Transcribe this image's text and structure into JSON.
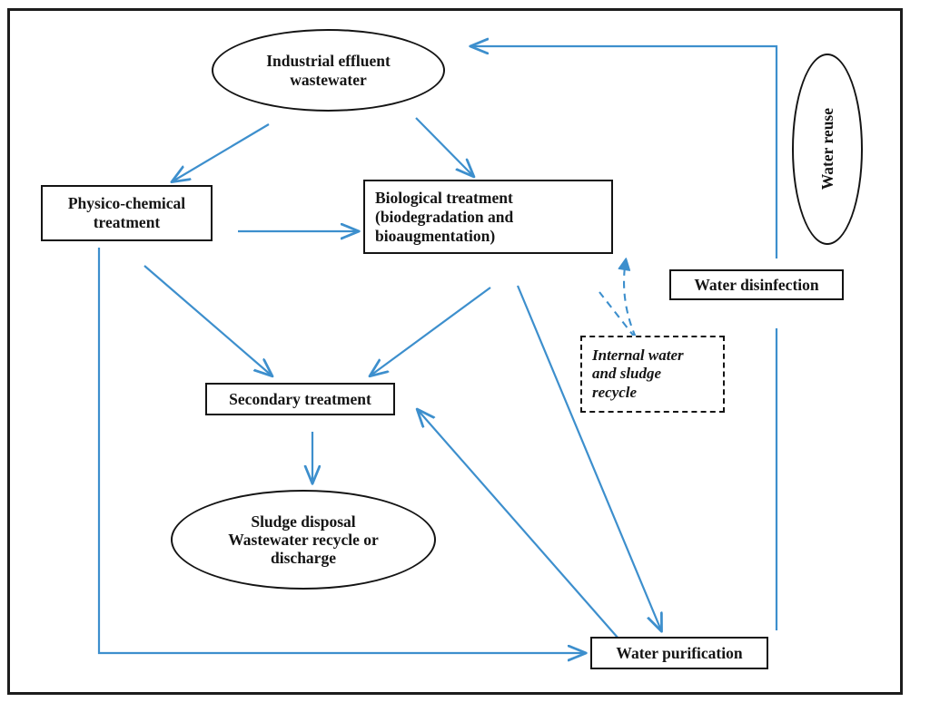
{
  "diagram": {
    "title": "Industrial effluent wastewater treatment process flow",
    "colors": {
      "arrow_blue": "#3d8fcd",
      "outline_black": "#141414",
      "frame_black": "#1d1d1d",
      "background": "#ffffff"
    },
    "nodes": [
      {
        "id": "industrial-effluent",
        "shape": "ellipse",
        "lines": [
          "Industrial effluent",
          "wastewater"
        ]
      },
      {
        "id": "physico-chemical",
        "shape": "rectangle",
        "lines": [
          "Physico-chemical",
          "treatment"
        ]
      },
      {
        "id": "biological",
        "shape": "rectangle",
        "lines": [
          "Biological treatment",
          "(biodegradation and",
          "bioaugmentation)"
        ]
      },
      {
        "id": "water-disinfection",
        "shape": "rectangle",
        "lines": [
          "Water disinfection"
        ]
      },
      {
        "id": "internal-recycle",
        "shape": "dashed-rectangle",
        "lines": [
          "Internal water",
          "and sludge",
          "recycle"
        ]
      },
      {
        "id": "secondary",
        "shape": "rectangle",
        "lines": [
          "Secondary treatment"
        ]
      },
      {
        "id": "sludge",
        "shape": "ellipse",
        "lines": [
          "Sludge disposal",
          "Wastewater recycle or",
          "discharge"
        ]
      },
      {
        "id": "water-purification",
        "shape": "rectangle",
        "lines": [
          "Water purification"
        ]
      },
      {
        "id": "water-reuse",
        "shape": "ellipse-vertical",
        "lines": [
          "Water reuse"
        ]
      }
    ],
    "node_text": {
      "industrial_effluent_l1": "Industrial effluent",
      "industrial_effluent_l2": "wastewater",
      "physico_chemical_l1": "Physico-chemical",
      "physico_chemical_l2": "treatment",
      "biological_l1": "Biological treatment",
      "biological_l2": "(biodegradation and",
      "biological_l3": "bioaugmentation)",
      "water_disinfection": "Water disinfection",
      "internal_recycle_l1": "Internal water",
      "internal_recycle_l2": "and sludge",
      "internal_recycle_l3": "recycle",
      "secondary": "Secondary treatment",
      "sludge_l1": "Sludge disposal",
      "sludge_l2": "Wastewater recycle or",
      "sludge_l3": "discharge",
      "water_purification": "Water purification",
      "water_reuse": "Water reuse"
    },
    "edges": [
      {
        "id": "effluent-to-physico",
        "from": "industrial-effluent",
        "to": "physico-chemical",
        "style": "solid",
        "arrow": "end"
      },
      {
        "id": "effluent-to-biological",
        "from": "industrial-effluent",
        "to": "biological",
        "style": "solid",
        "arrow": "end"
      },
      {
        "id": "physico-to-biological",
        "from": "physico-chemical",
        "to": "biological",
        "style": "solid",
        "arrow": "end"
      },
      {
        "id": "physico-to-secondary",
        "from": "physico-chemical",
        "to": "secondary",
        "style": "solid",
        "arrow": "end"
      },
      {
        "id": "biological-to-secondary",
        "from": "biological",
        "to": "secondary",
        "style": "solid",
        "arrow": "end"
      },
      {
        "id": "secondary-to-sludge",
        "from": "secondary",
        "to": "sludge",
        "style": "solid",
        "arrow": "end"
      },
      {
        "id": "biological-to-purification",
        "from": "biological",
        "to": "water-purification",
        "style": "solid",
        "arrow": "end"
      },
      {
        "id": "purification-to-secondary",
        "from": "water-purification",
        "to": "secondary",
        "style": "solid",
        "arrow": "end"
      },
      {
        "id": "physico-to-purification",
        "from": "physico-chemical",
        "to": "water-purification",
        "style": "solid",
        "arrow": "end"
      },
      {
        "id": "purification-to-reuse-to-effluent",
        "from": "water-purification",
        "to": "industrial-effluent",
        "style": "solid",
        "arrow": "end"
      },
      {
        "id": "recycle-to-biological",
        "from": "internal-recycle",
        "to": "biological",
        "style": "dashed",
        "arrow": "end"
      },
      {
        "id": "recycle-branch",
        "from": "internal-recycle",
        "to": "biological",
        "style": "dashed",
        "arrow": "none"
      }
    ]
  }
}
